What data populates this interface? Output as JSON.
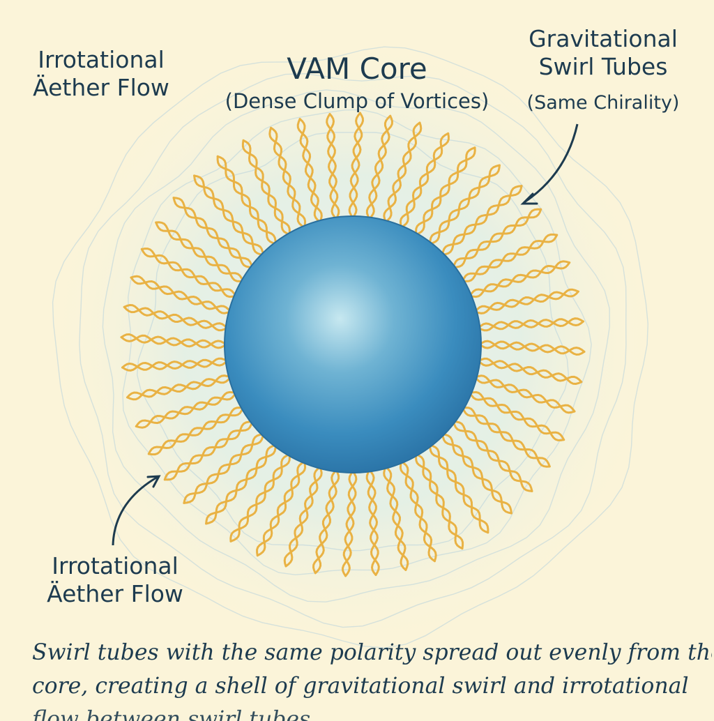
{
  "core_title": "VAM Core",
  "core_subtitle": "(Dense Clump of Vortices)",
  "aether_flow_top_label": "Irrotational\nÄether Flow",
  "swirl_tubes_label": "Gravitational\nSwirl Tubes",
  "swirl_tubes_sublabel": "(Same Chirality)",
  "aether_flow_bottom_label": "Irrotational\nÄether Flow",
  "caption_lines": [
    "Swirl tubes with the same polarity spread out evenly from the",
    "core, creating a shell of gravitational swirl and irrotational",
    "flow between swirl tubes."
  ],
  "colors": {
    "background": "#fbf4d9",
    "glow": "#e4efe6",
    "core_dark": "#2f7fb5",
    "core_light": "#bfe3ee",
    "swirl_tube": "#e9b244",
    "ink": "#1d3b4f",
    "flow_lines": "#b7d2dc"
  },
  "swirl_tube_count": 48
}
